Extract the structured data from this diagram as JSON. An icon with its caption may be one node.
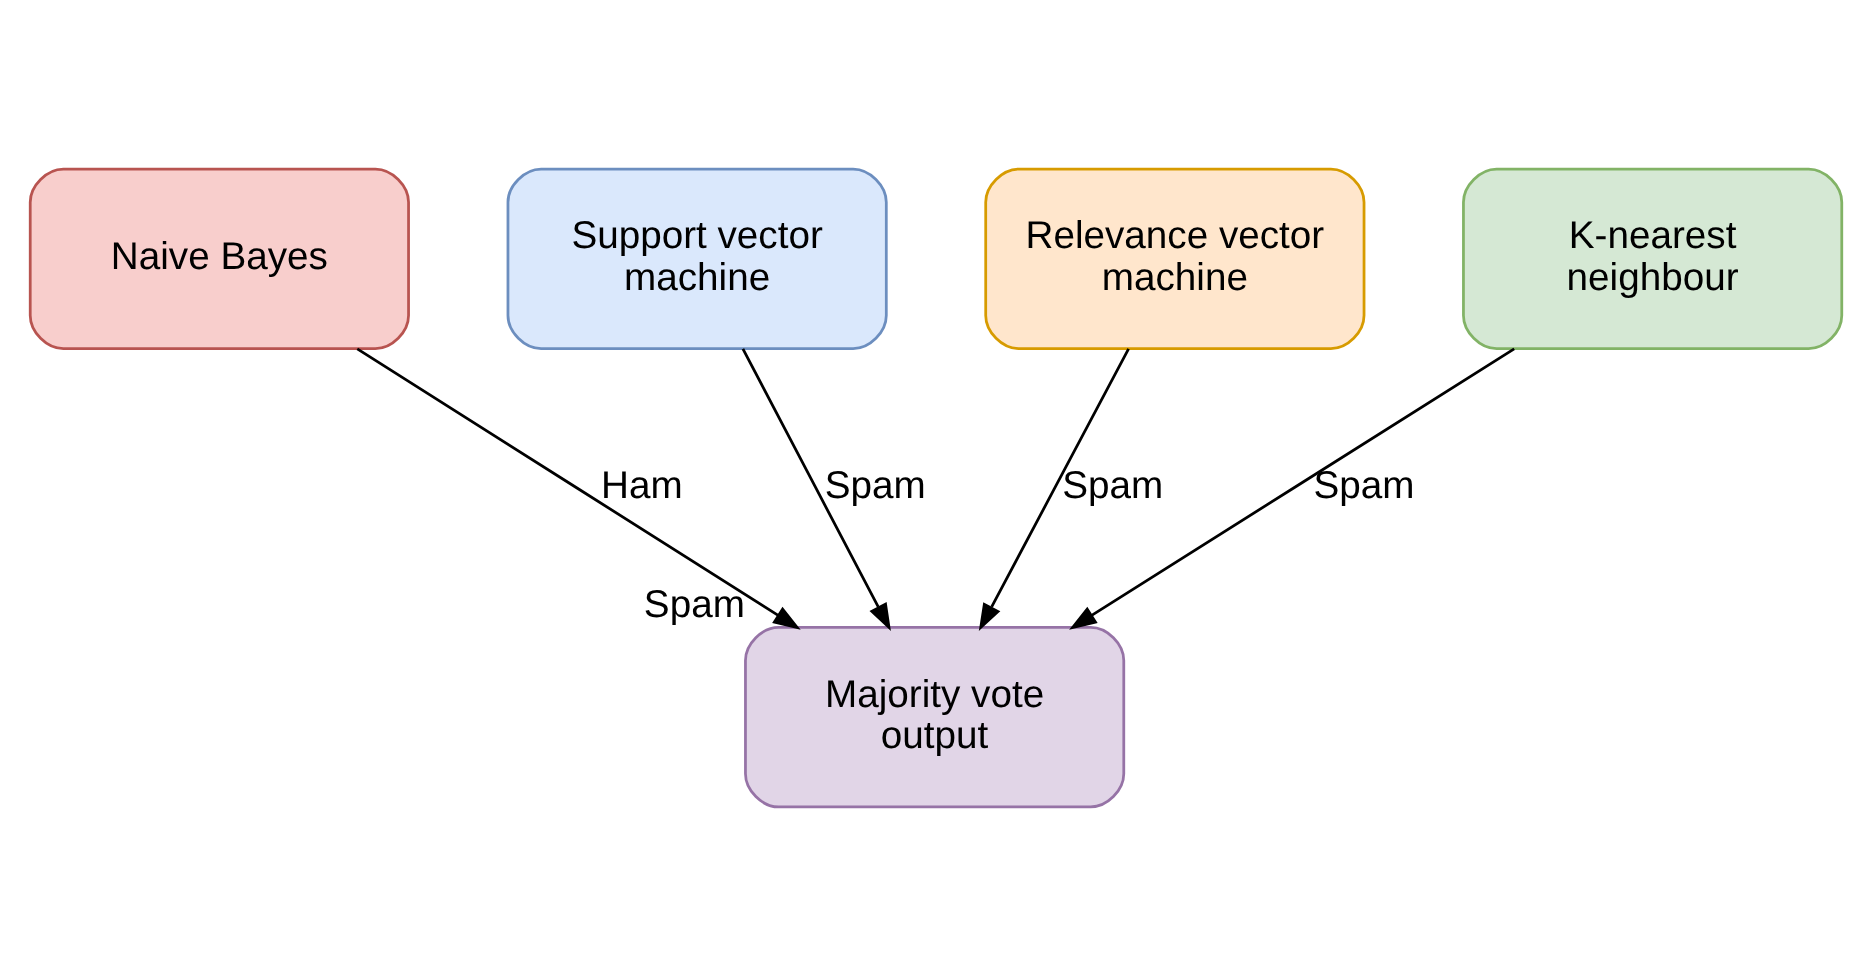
{
  "diagram": {
    "nodes": [
      {
        "text": [
          "Naive Bayes"
        ]
      },
      {
        "text": [
          "Support vector machine"
        ]
      },
      {
        "text": [
          "Relevance vector machine"
        ]
      },
      {
        "text": [
          "K-nearest neighbour"
        ]
      },
      {
        "text": [
          "Majority vote output"
        ],
        "beside": [
          "Spam"
        ]
      }
    ],
    "edges": [
      {
        "from": 0,
        "to": 4,
        "arrow": "to",
        "label": "Ham"
      },
      {
        "from": 1,
        "to": 4,
        "arrow": "to",
        "label": "Spam"
      },
      {
        "from": 2,
        "to": 4,
        "arrow": "to",
        "label": "Spam"
      },
      {
        "from": 3,
        "to": 4,
        "arrow": "to",
        "label": "Spam"
      }
    ]
  }
}
